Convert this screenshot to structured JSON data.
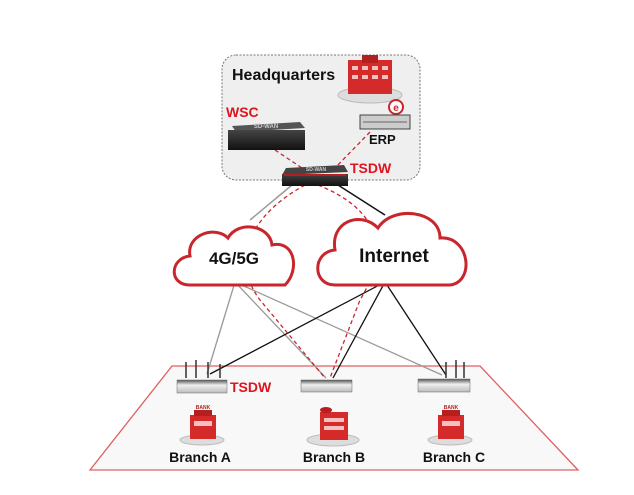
{
  "hq": {
    "title": "Headquarters",
    "wsc_label": "WSC",
    "erp_label": "ERP",
    "tsdw_label": "TSDW",
    "device_text": "SD-WAN"
  },
  "clouds": {
    "left": "4G/5G",
    "right": "Internet"
  },
  "branches": {
    "tsdw_label": "TSDW",
    "items": [
      {
        "label": "Branch A"
      },
      {
        "label": "Branch B"
      },
      {
        "label": "Branch C"
      }
    ],
    "bank_text": "BANK"
  },
  "colors": {
    "accent": "#e0141e",
    "cloud_outline": "#c8262c",
    "area_border": "#e06060"
  }
}
